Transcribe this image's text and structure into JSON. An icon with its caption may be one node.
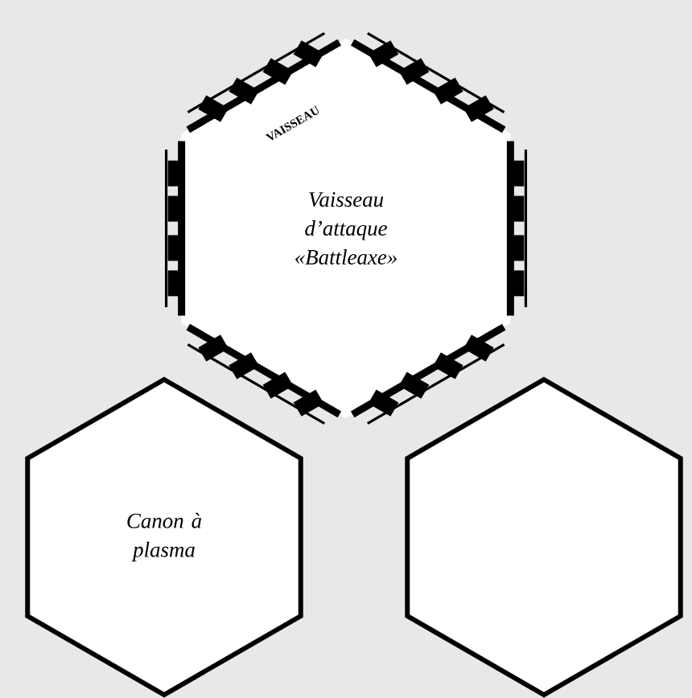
{
  "diagram": {
    "nodes": [
      {
        "text": [
          "VAISSEAU",
          "Vaisseau d’attaque «Battleaxe»"
        ]
      },
      {
        "text": [
          "Canon à plasma"
        ]
      },
      {
        "text": [],
        "shape": "hexagon"
      }
    ]
  }
}
